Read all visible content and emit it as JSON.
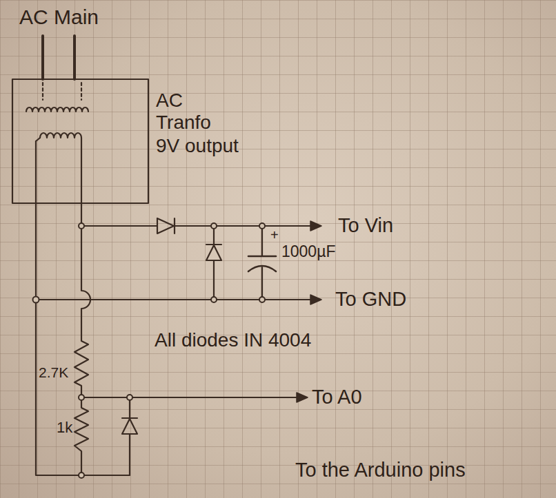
{
  "diagram": {
    "labels": [
      "AC Main",
      "AC",
      "Tranfo",
      "9V output",
      "+",
      "To Vin",
      "1000µF",
      "To GND",
      "All diodes IN 4004",
      "2.7K",
      "1k",
      "To A0",
      "To the Arduino pins"
    ]
  }
}
